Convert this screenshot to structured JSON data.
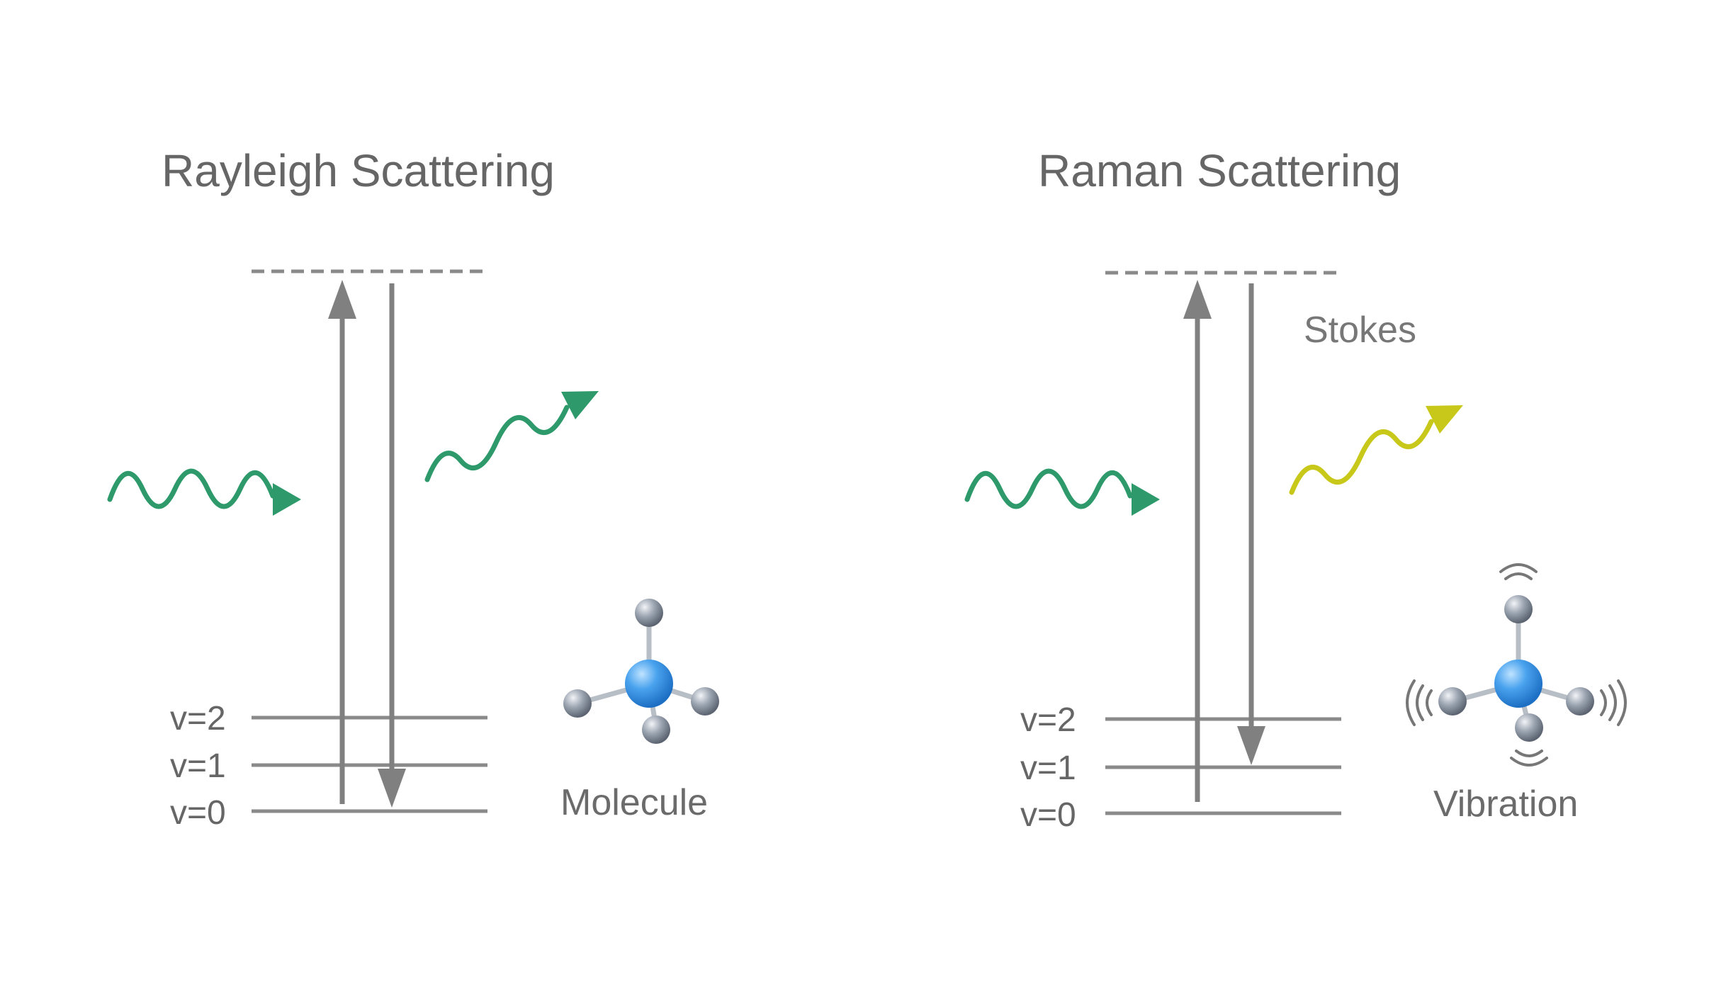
{
  "colors": {
    "text": "#666666",
    "lines": "#8a8a8a",
    "arrows": "#808080",
    "incident_wave": "#2e9a6b",
    "rayleigh_scattered_wave": "#2e9a6b",
    "stokes_wave": "#c8c81a",
    "molecule_center": "#3f9be8",
    "molecule_atom": "#8c96a6"
  },
  "rayleigh": {
    "title": "Rayleigh Scattering",
    "levels": [
      "v=2",
      "v=1",
      "v=0"
    ],
    "caption": "Molecule"
  },
  "raman": {
    "title": "Raman Scattering",
    "levels": [
      "v=2",
      "v=1",
      "v=0"
    ],
    "shift_label": "Stokes",
    "caption": "Vibration"
  }
}
